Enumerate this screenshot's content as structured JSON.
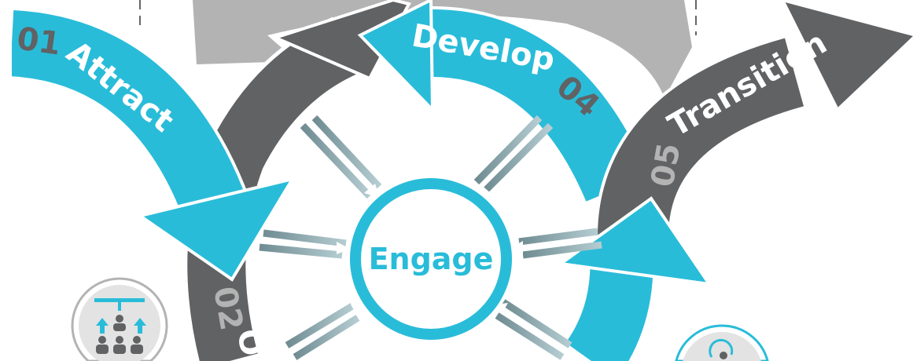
{
  "diagram": {
    "center_label": "Engage",
    "stages": [
      {
        "number": "01",
        "label": "Attract"
      },
      {
        "number": "02",
        "label": "O"
      },
      {
        "number": "04",
        "label": "Develop"
      },
      {
        "number": "05",
        "label": "Transition"
      }
    ]
  },
  "colors": {
    "cyan": "#29bcd9",
    "dark_gray": "#616264",
    "light_gray": "#b3b3b3",
    "spoke": "#7a9aa0"
  },
  "icons": [
    "org-chart-people-icon",
    "person-cycle-icon"
  ]
}
